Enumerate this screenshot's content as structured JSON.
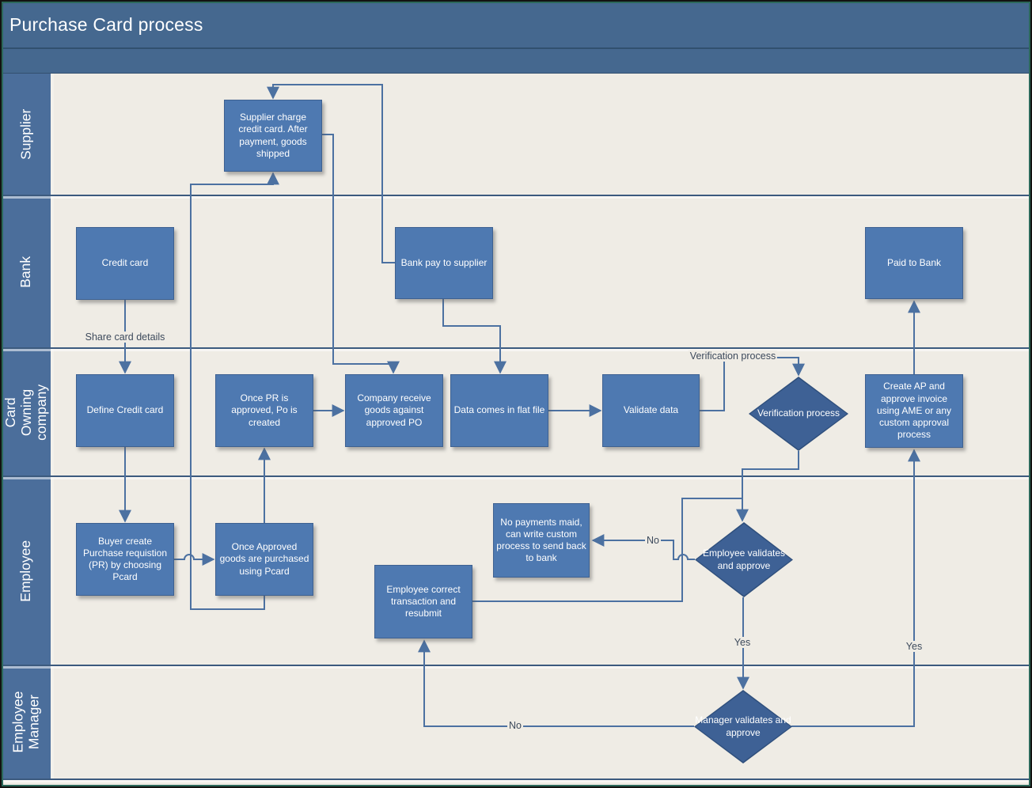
{
  "title": "Purchase Card process",
  "lanes": [
    {
      "id": "supplier",
      "label": "Supplier"
    },
    {
      "id": "bank",
      "label": "Bank"
    },
    {
      "id": "card_owning_company",
      "label": "Card Owning company"
    },
    {
      "id": "employee",
      "label": "Employee"
    },
    {
      "id": "employee_manager",
      "label": "Employee Manager"
    }
  ],
  "nodes": {
    "supplier_charge": {
      "lane": "Supplier",
      "type": "process",
      "label": "Supplier charge credit card. After payment, goods shipped"
    },
    "credit_card": {
      "lane": "Bank",
      "type": "process",
      "label": "Credit card"
    },
    "bank_pay": {
      "lane": "Bank",
      "type": "process",
      "label": "Bank pay to supplier"
    },
    "paid_to_bank": {
      "lane": "Bank",
      "type": "process",
      "label": "Paid to Bank"
    },
    "define_credit_card": {
      "lane": "Card Owning company",
      "type": "process",
      "label": "Define Credit card"
    },
    "once_pr": {
      "lane": "Card Owning company",
      "type": "process",
      "label": "Once PR is approved, Po is created"
    },
    "company_receive": {
      "lane": "Card Owning company",
      "type": "process",
      "label": "Company receive goods against approved PO"
    },
    "data_flat": {
      "lane": "Card Owning company",
      "type": "process",
      "label": "Data comes in flat file"
    },
    "validate_data": {
      "lane": "Card Owning company",
      "type": "process",
      "label": "Validate data"
    },
    "verification": {
      "lane": "Card Owning company",
      "type": "decision",
      "label": "Verification process"
    },
    "create_ap": {
      "lane": "Card Owning company",
      "type": "process",
      "label": "Create AP and approve invoice using AME or any custom approval process"
    },
    "buyer_create": {
      "lane": "Employee",
      "type": "process",
      "label": "Buyer create Purchase requistion (PR) by choosing Pcard"
    },
    "once_approved": {
      "lane": "Employee",
      "type": "process",
      "label": "Once Approved goods are purchased using Pcard"
    },
    "no_payments": {
      "lane": "Employee",
      "type": "process",
      "label": "No payments maid, can write custom process to send back to bank"
    },
    "employee_correct": {
      "lane": "Employee",
      "type": "process",
      "label": "Employee correct transaction and resubmit"
    },
    "employee_validates": {
      "lane": "Employee",
      "type": "decision",
      "label": "Employee validates and approve"
    },
    "manager_validates": {
      "lane": "Employee Manager",
      "type": "decision",
      "label": "Manager validates and approve"
    }
  },
  "connector_labels": {
    "share_card_details": "Share card details",
    "verification_process": "Verification process",
    "employee_no": "No",
    "employee_yes": "Yes",
    "manager_no": "No",
    "manager_yes": "Yes"
  },
  "colors": {
    "header_bg": "#45688F",
    "lane_label_bg": "#4B6E9B",
    "lane_bg": "#EFECE5",
    "lane_divider": "#3C5A7E",
    "node_fill": "#4E79B1",
    "node_border": "#3E6191",
    "decision_fill": "#3E6195",
    "connector": "#4C71A1",
    "connector_label_text": "#3D4A5C",
    "frame_teal": "#2B685A"
  }
}
